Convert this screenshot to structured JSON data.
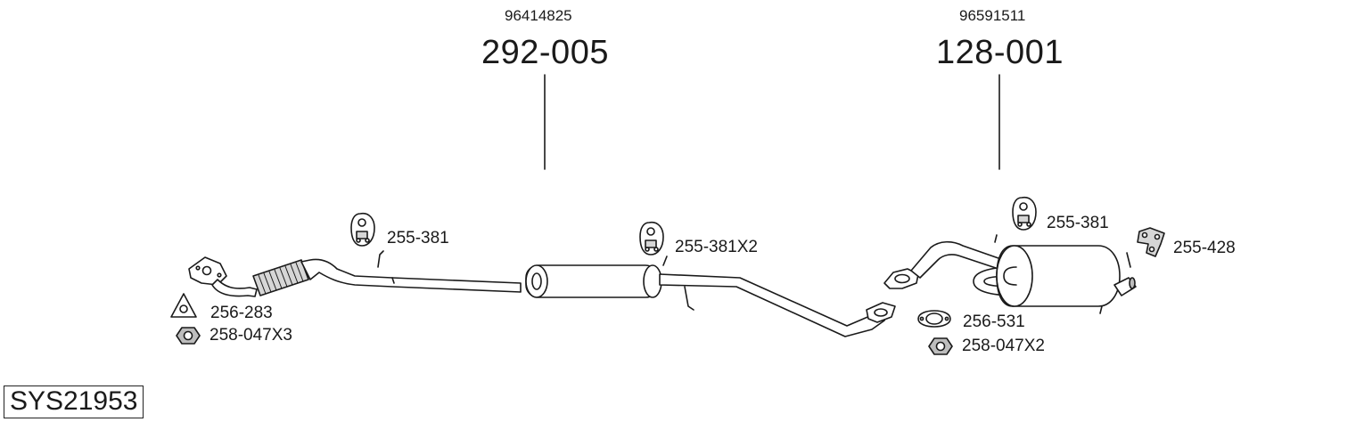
{
  "parts": {
    "front_pipe": {
      "oem": "96414825",
      "number": "292-005"
    },
    "rear_muffler": {
      "oem": "96591511",
      "number": "128-001"
    }
  },
  "accessories": {
    "gasket_front": "256-283",
    "nut_front": "258-047X3",
    "hanger_1": "255-381",
    "hanger_2": "255-381X2",
    "hanger_3": "255-381",
    "bracket": "255-428",
    "gasket_rear": "256-531",
    "nut_rear": "258-047X2"
  },
  "system_id": "SYS21953",
  "colors": {
    "line": "#1a1a1a",
    "fill": "#ffffff",
    "shade": "#bdbdbd"
  }
}
